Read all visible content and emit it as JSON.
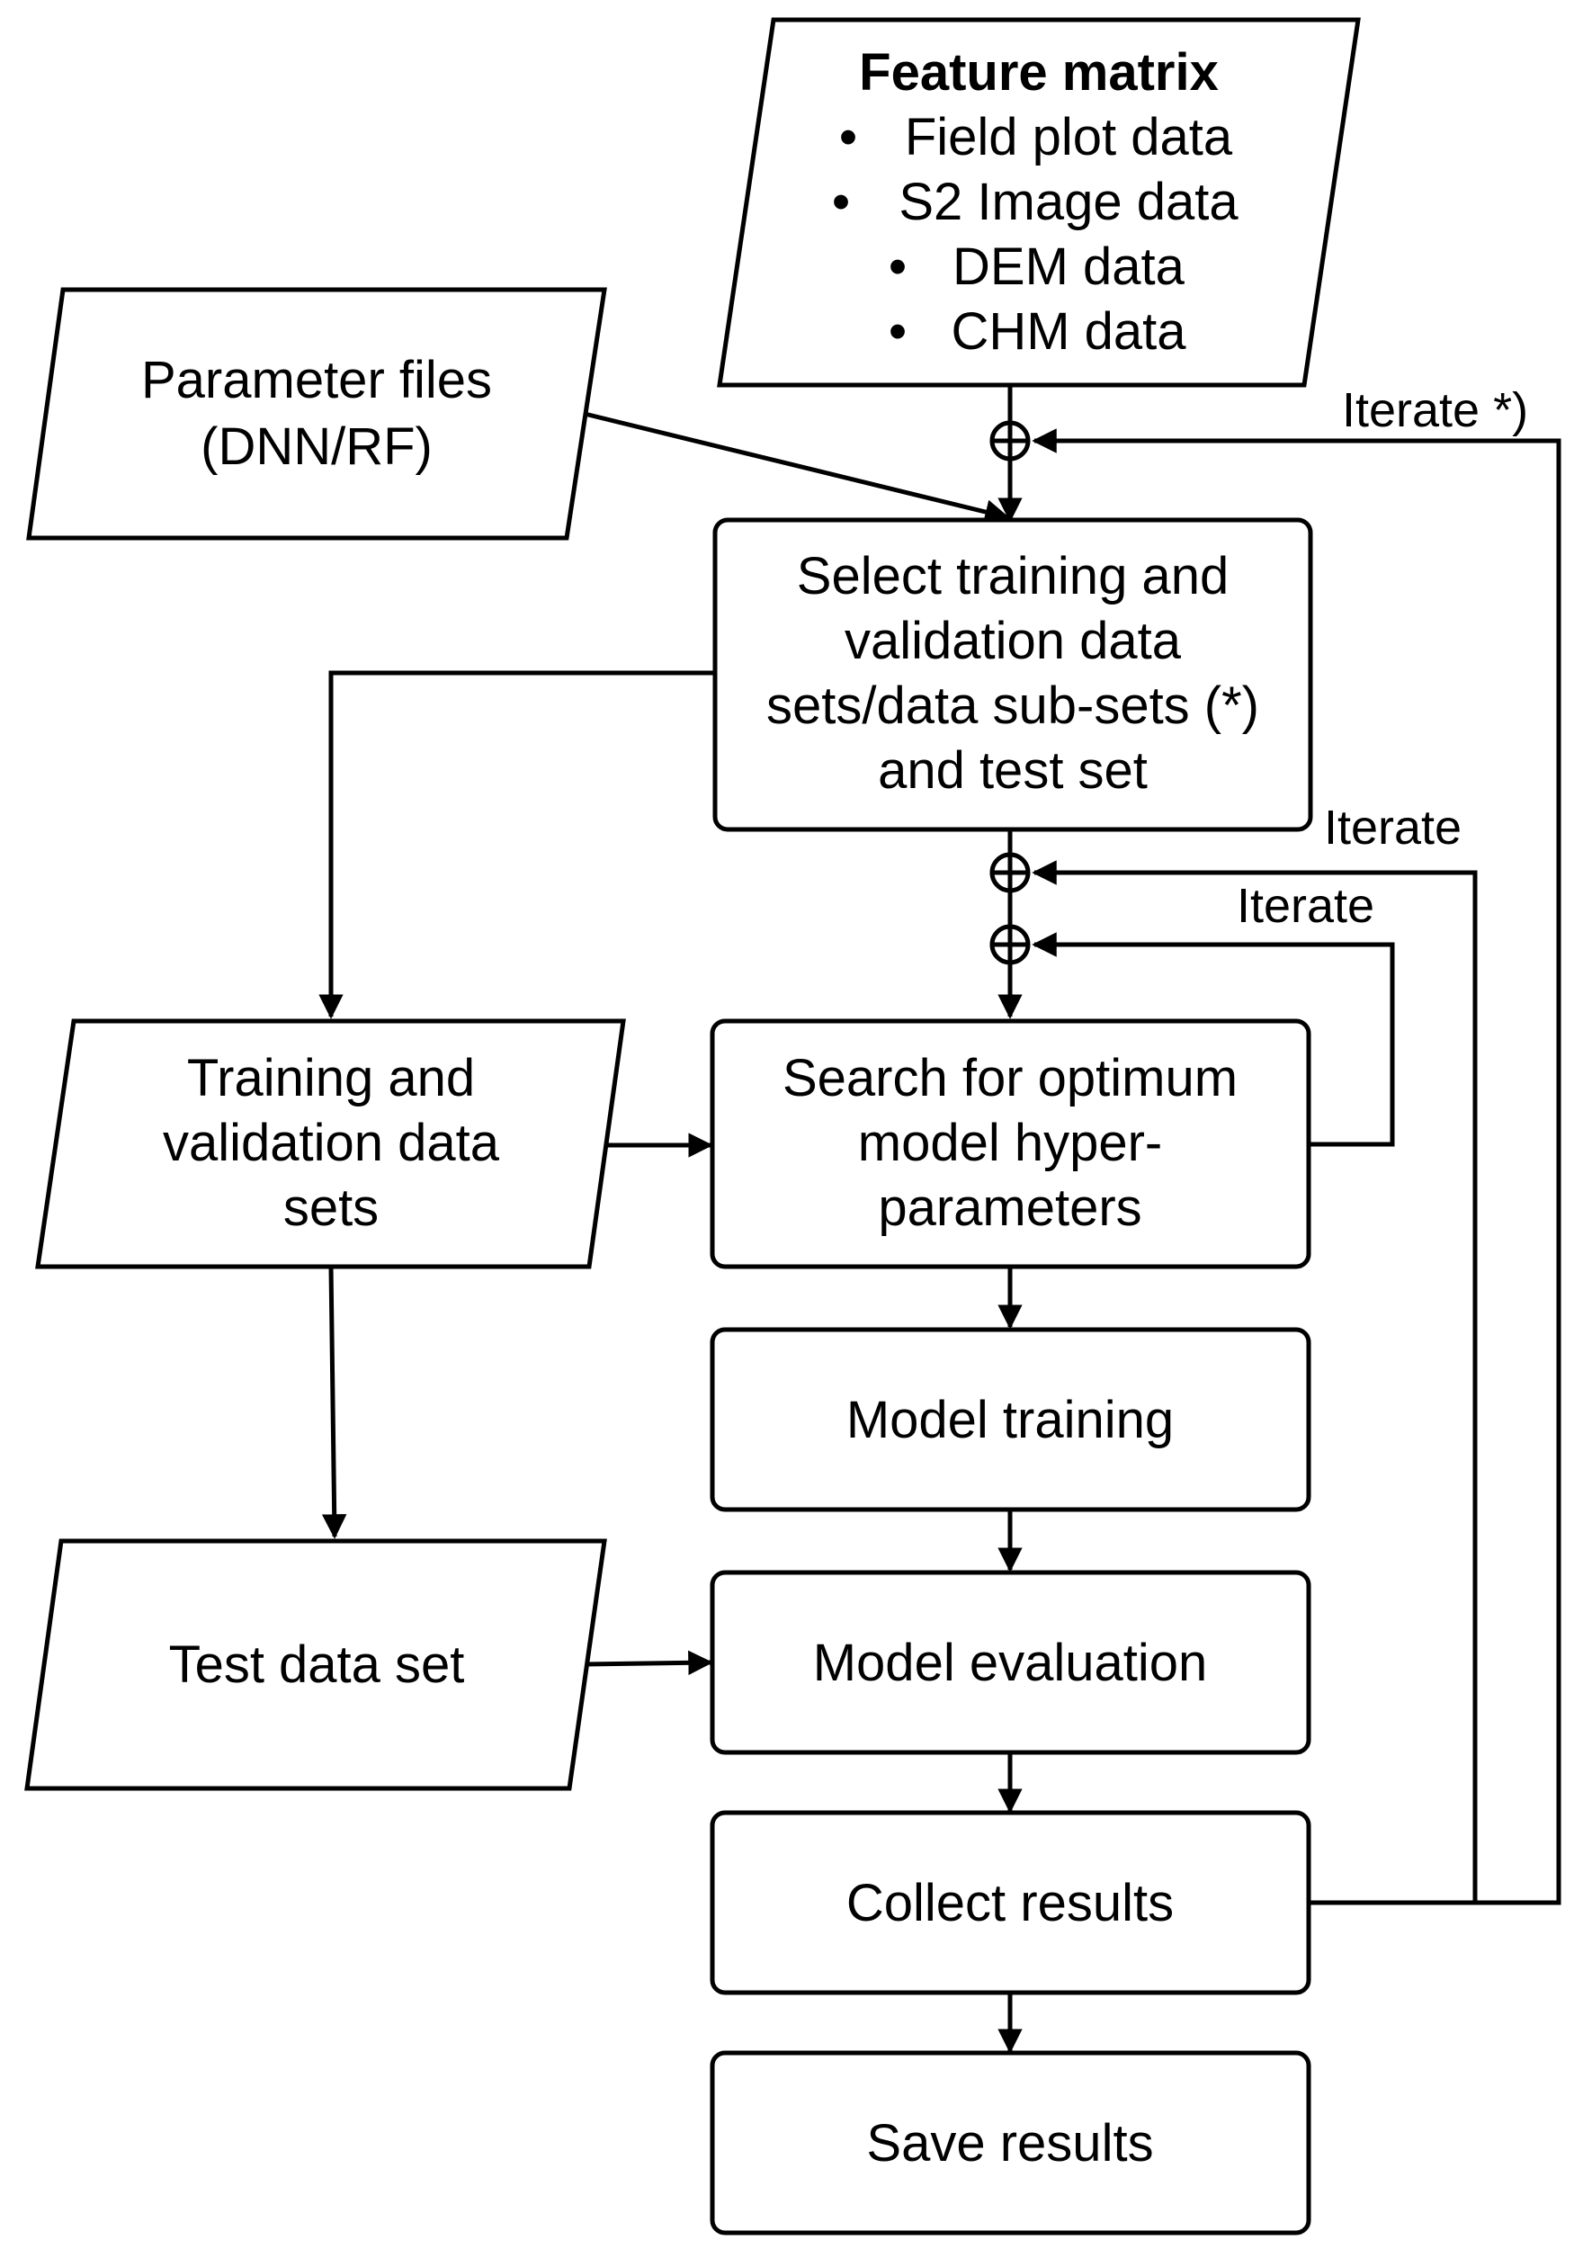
{
  "feature_matrix": {
    "title": "Feature matrix",
    "bullet": "•",
    "items": [
      "Field plot data",
      "S2 Image data",
      "DEM data",
      "CHM data"
    ]
  },
  "parameter_files": {
    "line1": "Parameter files",
    "line2": "(DNN/RF)"
  },
  "select_sets": {
    "line1": "Select training and",
    "line2": "validation data",
    "line3": "sets/data sub-sets (*)",
    "line4": "and test set"
  },
  "training_validation": {
    "line1": "Training and",
    "line2": "validation data",
    "line3": "sets"
  },
  "search_hyper": {
    "line1": "Search for optimum",
    "line2": "model hyper-",
    "line3": "parameters"
  },
  "model_training": "Model training",
  "test_data": "Test data set",
  "model_evaluation": "Model evaluation",
  "collect_results": "Collect results",
  "save_results": "Save results",
  "iterate_labels": {
    "outer": "Iterate *)",
    "middle": "Iterate",
    "inner": "Iterate"
  }
}
